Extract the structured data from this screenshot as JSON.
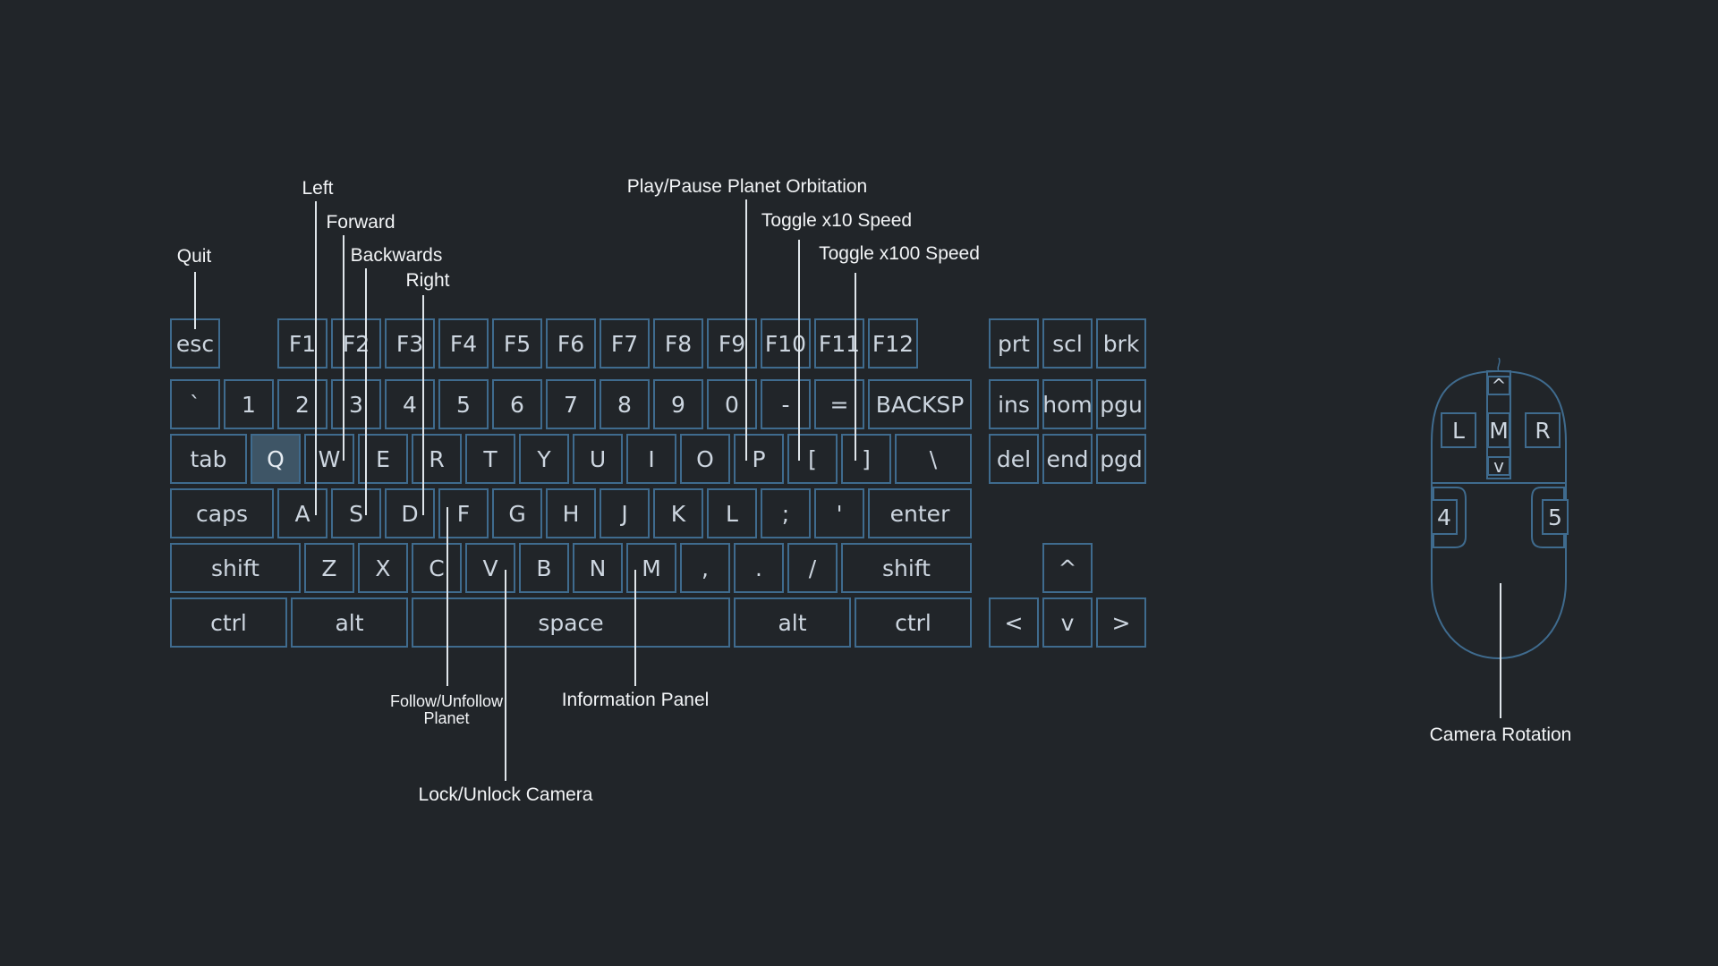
{
  "accent_color": "#3f6b8e",
  "background_color": "#212529",
  "keyboard": {
    "function_row": [
      "esc",
      "F1",
      "F2",
      "F3",
      "F4",
      "F5",
      "F6",
      "F7",
      "F8",
      "F9",
      "F10",
      "F11",
      "F12"
    ],
    "number_row": [
      "`",
      "1",
      "2",
      "3",
      "4",
      "5",
      "6",
      "7",
      "8",
      "9",
      "0",
      "-",
      "=",
      "BACKSP"
    ],
    "top_row": [
      "tab",
      "Q",
      "W",
      "E",
      "R",
      "T",
      "Y",
      "U",
      "I",
      "O",
      "P",
      "[",
      "]",
      "\\"
    ],
    "home_row": [
      "caps",
      "A",
      "S",
      "D",
      "F",
      "G",
      "H",
      "J",
      "K",
      "L",
      ";",
      "'",
      "enter"
    ],
    "bottom_row": [
      "shift",
      "Z",
      "X",
      "C",
      "V",
      "B",
      "N",
      "M",
      ",",
      ".",
      "/",
      "shift"
    ],
    "space_row": [
      "ctrl",
      "alt",
      "space",
      "alt",
      "ctrl"
    ],
    "nav_cluster": [
      "prt",
      "scl",
      "brk",
      "ins",
      "hom",
      "pgu",
      "del",
      "end",
      "pgd"
    ],
    "arrows": {
      "up": "^",
      "left": "<",
      "down": "v",
      "right": ">"
    },
    "highlighted_key": "Q"
  },
  "mouse": {
    "buttons": {
      "left": "L",
      "middle": "M",
      "right": "R",
      "wheel_up": "^",
      "wheel_down": "v",
      "side_4": "4",
      "side_5": "5"
    }
  },
  "callouts": {
    "quit": "Quit",
    "left": "Left",
    "forward": "Forward",
    "backwards": "Backwards",
    "right": "Right",
    "play_pause": "Play/Pause Planet Orbitation",
    "toggle_x10": "Toggle x10 Speed",
    "toggle_x100": "Toggle x100 Speed",
    "follow_line1": "Follow/Unfollow",
    "follow_line2": "Planet",
    "lock_camera": "Lock/Unlock Camera",
    "info_panel": "Information Panel",
    "camera_rotation": "Camera Rotation"
  }
}
